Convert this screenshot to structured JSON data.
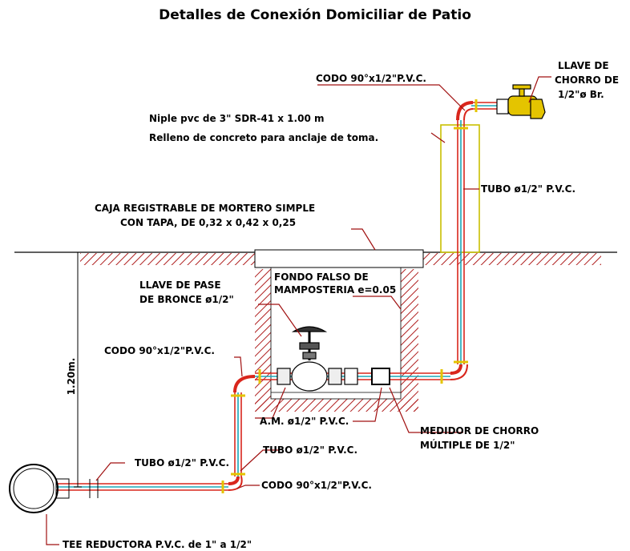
{
  "title": "Detalles de Conexión Domiciliar de Patio",
  "labels": {
    "codo_top": "CODO 90°x1/2\"P.V.C.",
    "llave_chorro_1": "LLAVE DE",
    "llave_chorro_2": "CHORRO DE",
    "llave_chorro_3": "1/2\"ø Br.",
    "niple": "Niple pvc de 3\" SDR-41 x 1.00 m",
    "relleno": "Relleno de concreto para anclaje de toma.",
    "tubo_vertical": "TUBO ø1/2\" P.V.C.",
    "caja_1": "CAJA REGISTRABLE DE MORTERO SIMPLE",
    "caja_2": "CON TAPA, DE 0,32 x 0,42 x 0,25",
    "fondo_1": "FONDO FALSO DE",
    "fondo_2": "MAMPOSTERIA e=0.05",
    "llave_pase_1": "LLAVE DE PASE",
    "llave_pase_2": "DE BRONCE ø1/2\"",
    "codo_mid": "CODO 90°x1/2\"P.V.C.",
    "dim": "1.20m.",
    "am": "A.M. ø1/2\" P.V.C.",
    "medidor_1": "MEDIDOR DE CHORRO",
    "medidor_2": "MÚLTIPLE DE 1/2\"",
    "tubo_mid": "TUBO ø1/2\" P.V.C.",
    "tubo_left": "TUBO ø1/2\" P.V.C.",
    "codo_bottom": "CODO 90°x1/2\"P.V.C.",
    "tee": "TEE REDUCTORA P.V.C. de 1\" a 1/2\""
  },
  "colors": {
    "pipe_red": "#d9261c",
    "pipe_cyan": "#1aa7b8",
    "fitting_yellow": "#e4c400",
    "leader_red": "#a01010",
    "hatch_red": "#b02020",
    "line": "#000000"
  }
}
